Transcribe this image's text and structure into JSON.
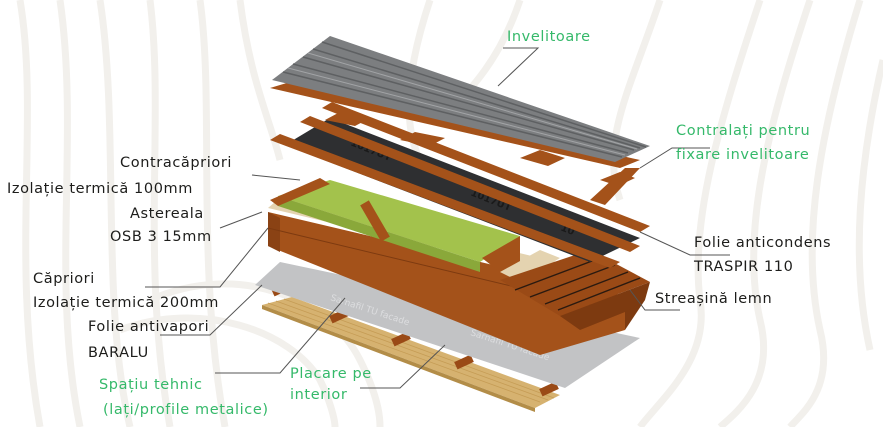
{
  "diagram": {
    "title": "Roof layer structure",
    "colors": {
      "green_label": "#35b96a",
      "dark_label": "#1d1d1b",
      "leader_line": "#555555",
      "wood": "#a4521a",
      "wood_dark": "#7d3a10",
      "insulation": "#a3c24c",
      "membrane_dark": "#2e2f31",
      "metal_roof": "#7c7e80",
      "vapor_foil": "#c2c3c5",
      "interior_board": "#d6b270",
      "osb": "#e4d3b0"
    },
    "labels": {
      "invelitoare": "Invelitoare",
      "contralati_1": "Contralați pentru",
      "contralati_2": "fixare invelitoare",
      "contracapriori": "Contracăpriori",
      "izolatie_100": "Izolație termică 100mm",
      "astereala_1": "Astereala",
      "astereala_2": "OSB 3 15mm",
      "folie_anticondens_1": "Folie anticondens",
      "folie_anticondens_2": "TRASPIR 110",
      "capriori": "Căpriori",
      "izolatie_200": "Izolație termică 200mm",
      "streasina": "Streașină lemn",
      "folie_antivapori_1": "Folie antivapori",
      "folie_antivapori_2": "BARALU",
      "spatiu_tehnic_1": "Spațiu tehnic",
      "spatiu_tehnic_2": "(lați/profile metalice)",
      "placare_1": "Placare pe",
      "placare_2": "interior"
    }
  }
}
